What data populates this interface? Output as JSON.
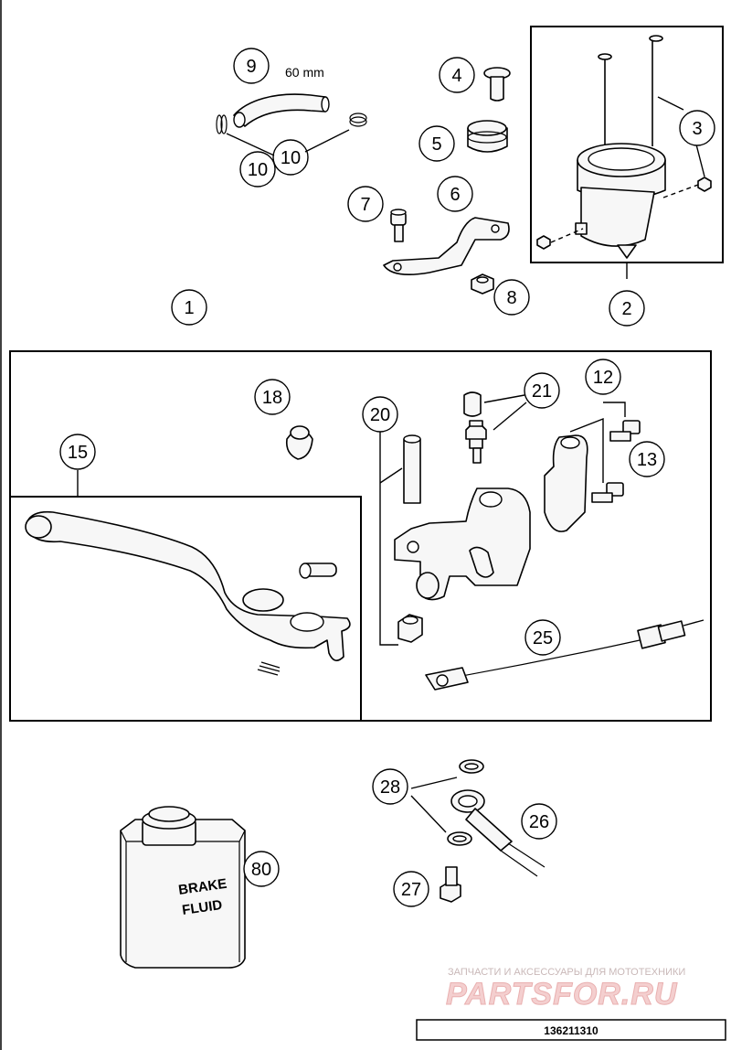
{
  "callouts": {
    "c1": "1",
    "c2": "2",
    "c3": "3",
    "c4": "4",
    "c5": "5",
    "c6": "6",
    "c7": "7",
    "c8": "8",
    "c9": "9",
    "c10a": "10",
    "c10b": "10",
    "c12": "12",
    "c13": "13",
    "c15": "15",
    "c18": "18",
    "c20": "20",
    "c21": "21",
    "c25": "25",
    "c26": "26",
    "c27": "27",
    "c28": "28",
    "c80": "80"
  },
  "hose_length_label": "60 mm",
  "can_label_line1": "BRAKE",
  "can_label_line2": "FLUID",
  "watermark": {
    "tagline": "ЗАПЧАСТИ И АКСЕССУАРЫ ДЛЯ МОТОТЕХНИКИ",
    "brand": "PARTSFOR.RU"
  },
  "drawing_number": "136211310"
}
